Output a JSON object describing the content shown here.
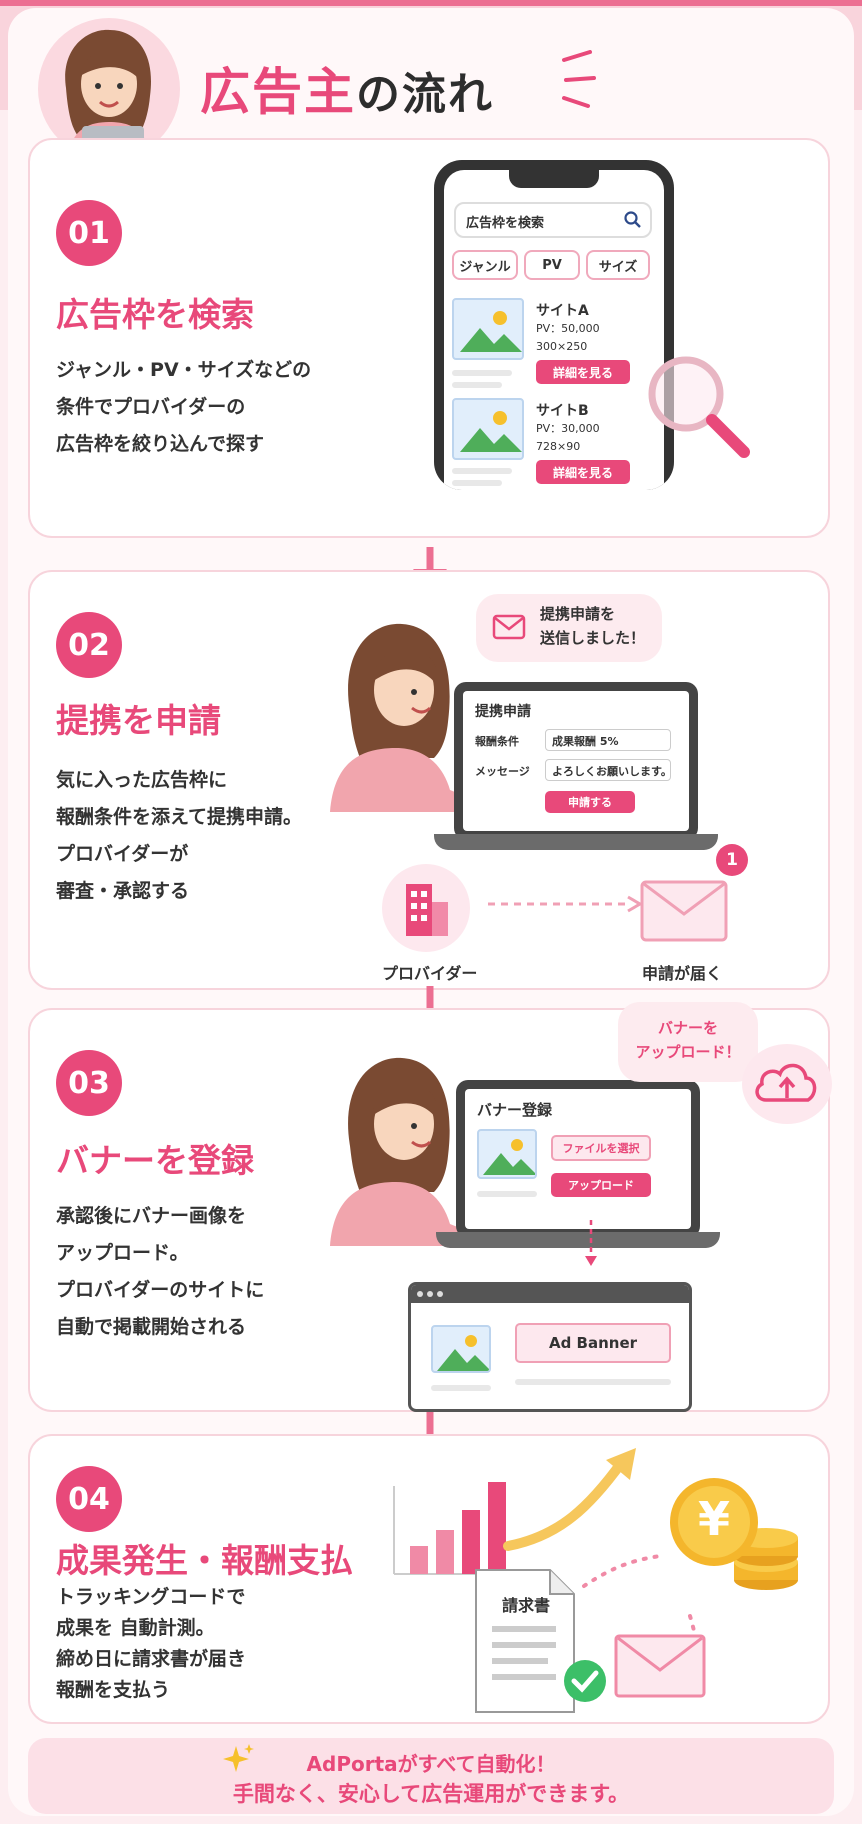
{
  "header": {
    "title_main": "広告主",
    "title_sub": "の流れ"
  },
  "steps": [
    {
      "num": "01",
      "title": "広告枠を検索",
      "desc": "ジャンル・PV・サイズなどの\n条件でプロバイダーの\n広告枠を絞り込んで探す",
      "phone": {
        "search_placeholder": "広告枠を検索",
        "filters": [
          "ジャンル",
          "PV",
          "サイズ"
        ],
        "sites": [
          {
            "name": "サイトA",
            "pv": "PV：50,000",
            "size": "300×250",
            "button": "詳細を見る"
          },
          {
            "name": "サイトB",
            "pv": "PV：30,000",
            "size": "728×90",
            "button": "詳細を見る"
          }
        ]
      }
    },
    {
      "num": "02",
      "title": "提携を申請",
      "desc": "気に入った広告枠に\n報酬条件を添えて提携申請。\nプロバイダーが\n審査・承認する",
      "bubble": "提携申請を\n送信しました！",
      "form": {
        "title": "提携申請",
        "reward_label": "報酬条件",
        "reward_value": "成果報酬 5%",
        "message_label": "メッセージ",
        "message_value": "よろしくお願いします。",
        "submit": "申請する"
      },
      "provider_label": "プロバイダー",
      "notice_label": "申請が届く",
      "notice_badge": "1"
    },
    {
      "num": "03",
      "title": "バナーを登録",
      "desc": "承認後にバナー画像を\nアップロード。\nプロバイダーのサイトに\n自動で掲載開始される",
      "bubble": "バナーを\nアップロード！",
      "form": {
        "title": "バナー登録",
        "choose": "ファイルを選択",
        "upload": "アップロード"
      },
      "ad_banner": "Ad Banner"
    },
    {
      "num": "04",
      "title": "成果発生・報酬支払",
      "desc": "トラッキングコードで\n成果を 自動計測。\n締め日に請求書が届き\n報酬を支払う",
      "invoice_title": "請求書",
      "coin_symbol": "¥"
    }
  ],
  "footer": {
    "line1": "AdPortaがすべて自動化！",
    "line2": "手間なく、安心して広告運用ができます。"
  },
  "colors": {
    "accent": "#e8497a",
    "light": "#fdeef1"
  }
}
